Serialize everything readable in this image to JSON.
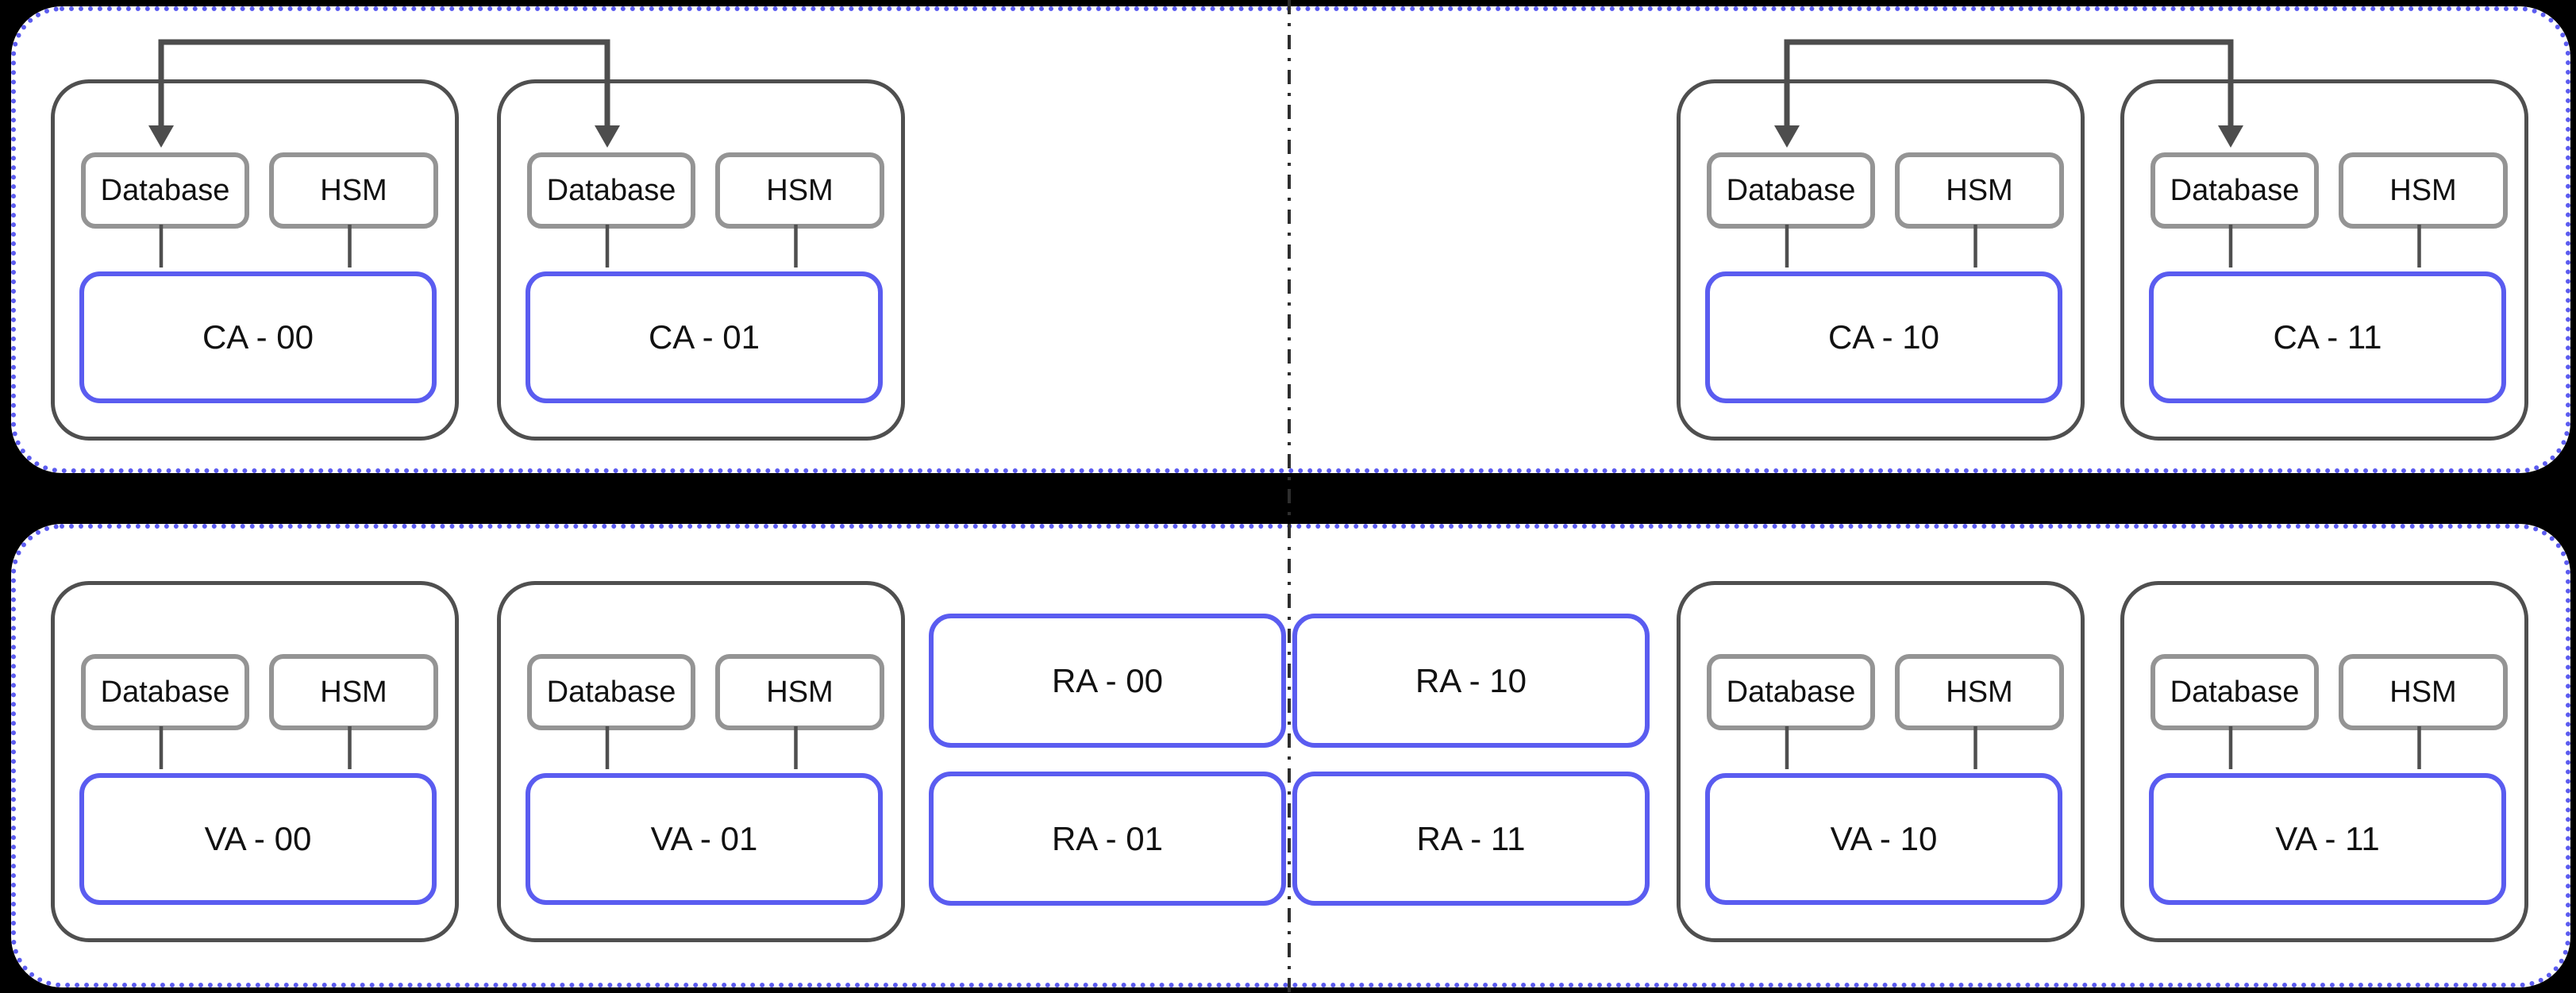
{
  "groups": [
    {
      "name": "CA - 00",
      "database": "Database",
      "hsm": "HSM"
    },
    {
      "name": "CA - 01",
      "database": "Database",
      "hsm": "HSM"
    },
    {
      "name": "CA - 10",
      "database": "Database",
      "hsm": "HSM"
    },
    {
      "name": "CA - 11",
      "database": "Database",
      "hsm": "HSM"
    },
    {
      "name": "VA - 00",
      "database": "Database",
      "hsm": "HSM"
    },
    {
      "name": "VA - 01",
      "database": "Database",
      "hsm": "HSM"
    },
    {
      "name": "VA - 10",
      "database": "Database",
      "hsm": "HSM"
    },
    {
      "name": "VA - 11",
      "database": "Database",
      "hsm": "HSM"
    }
  ],
  "ra_nodes": [
    "RA - 00",
    "RA - 10",
    "RA - 01",
    "RA - 11"
  ],
  "colors": {
    "background": "#000000",
    "zone_fill": "#ffffff",
    "zone_dotted_border": "#5c5cf0",
    "node_blue_border": "#5a5cf0",
    "group_border": "#4f4f4f",
    "component_border": "#949494",
    "arrow_line": "#4d4d4d",
    "divider_line": "#2e2e2e",
    "text": "#111111"
  }
}
